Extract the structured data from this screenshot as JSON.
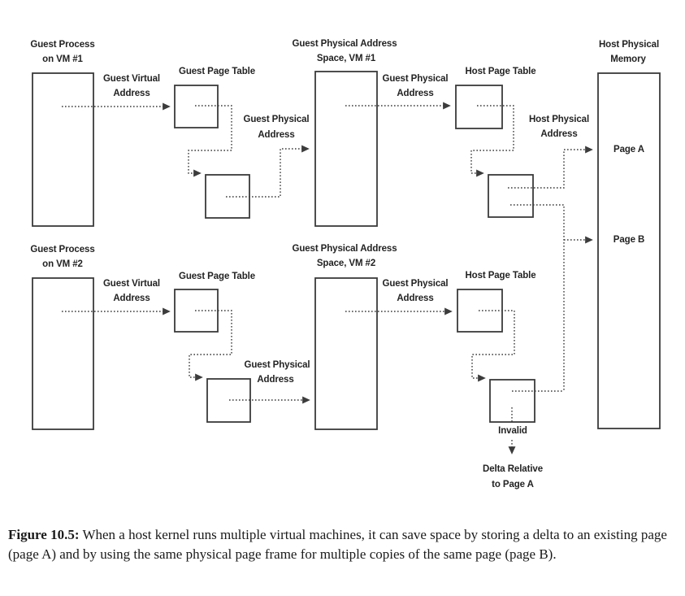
{
  "figure": {
    "vm1": {
      "process_title": [
        "Guest Process",
        "on VM #1"
      ],
      "guest_virtual_address": [
        "Guest Virtual",
        "Address"
      ],
      "guest_page_table_title": "Guest Page Table",
      "guest_physical_address_left": [
        "Guest Physical",
        "Address"
      ],
      "space_title": [
        "Guest Physical Address",
        "Space, VM #1"
      ],
      "guest_physical_address_right": [
        "Guest Physical",
        "Address"
      ],
      "host_page_table_title": "Host Page Table",
      "host_physical_address": [
        "Host Physical",
        "Address"
      ]
    },
    "vm2": {
      "process_title": [
        "Guest Process",
        "on VM #2"
      ],
      "guest_virtual_address": [
        "Guest Virtual",
        "Address"
      ],
      "guest_page_table_title": "Guest Page Table",
      "guest_physical_address_left": [
        "Guest Physical",
        "Address"
      ],
      "space_title": [
        "Guest Physical Address",
        "Space, VM #2"
      ],
      "guest_physical_address_right": [
        "Guest Physical",
        "Address"
      ],
      "host_page_table_title": "Host Page Table",
      "invalid_label": "Invalid",
      "delta_label": [
        "Delta Relative",
        "to Page A"
      ]
    },
    "host_memory": {
      "title": [
        "Host Physical",
        "Memory"
      ],
      "page_a": "Page A",
      "page_b": "Page B"
    }
  },
  "caption": {
    "label": "Figure 10.5:",
    "text": "When a host kernel runs multiple virtual machines, it can save space by storing a delta to an existing page (page A) and by using the same physical page frame for multiple copies of the same page (page B)."
  },
  "colors": {
    "line": "#3c3c3c",
    "text": "#232323",
    "background": "#ffffff"
  }
}
